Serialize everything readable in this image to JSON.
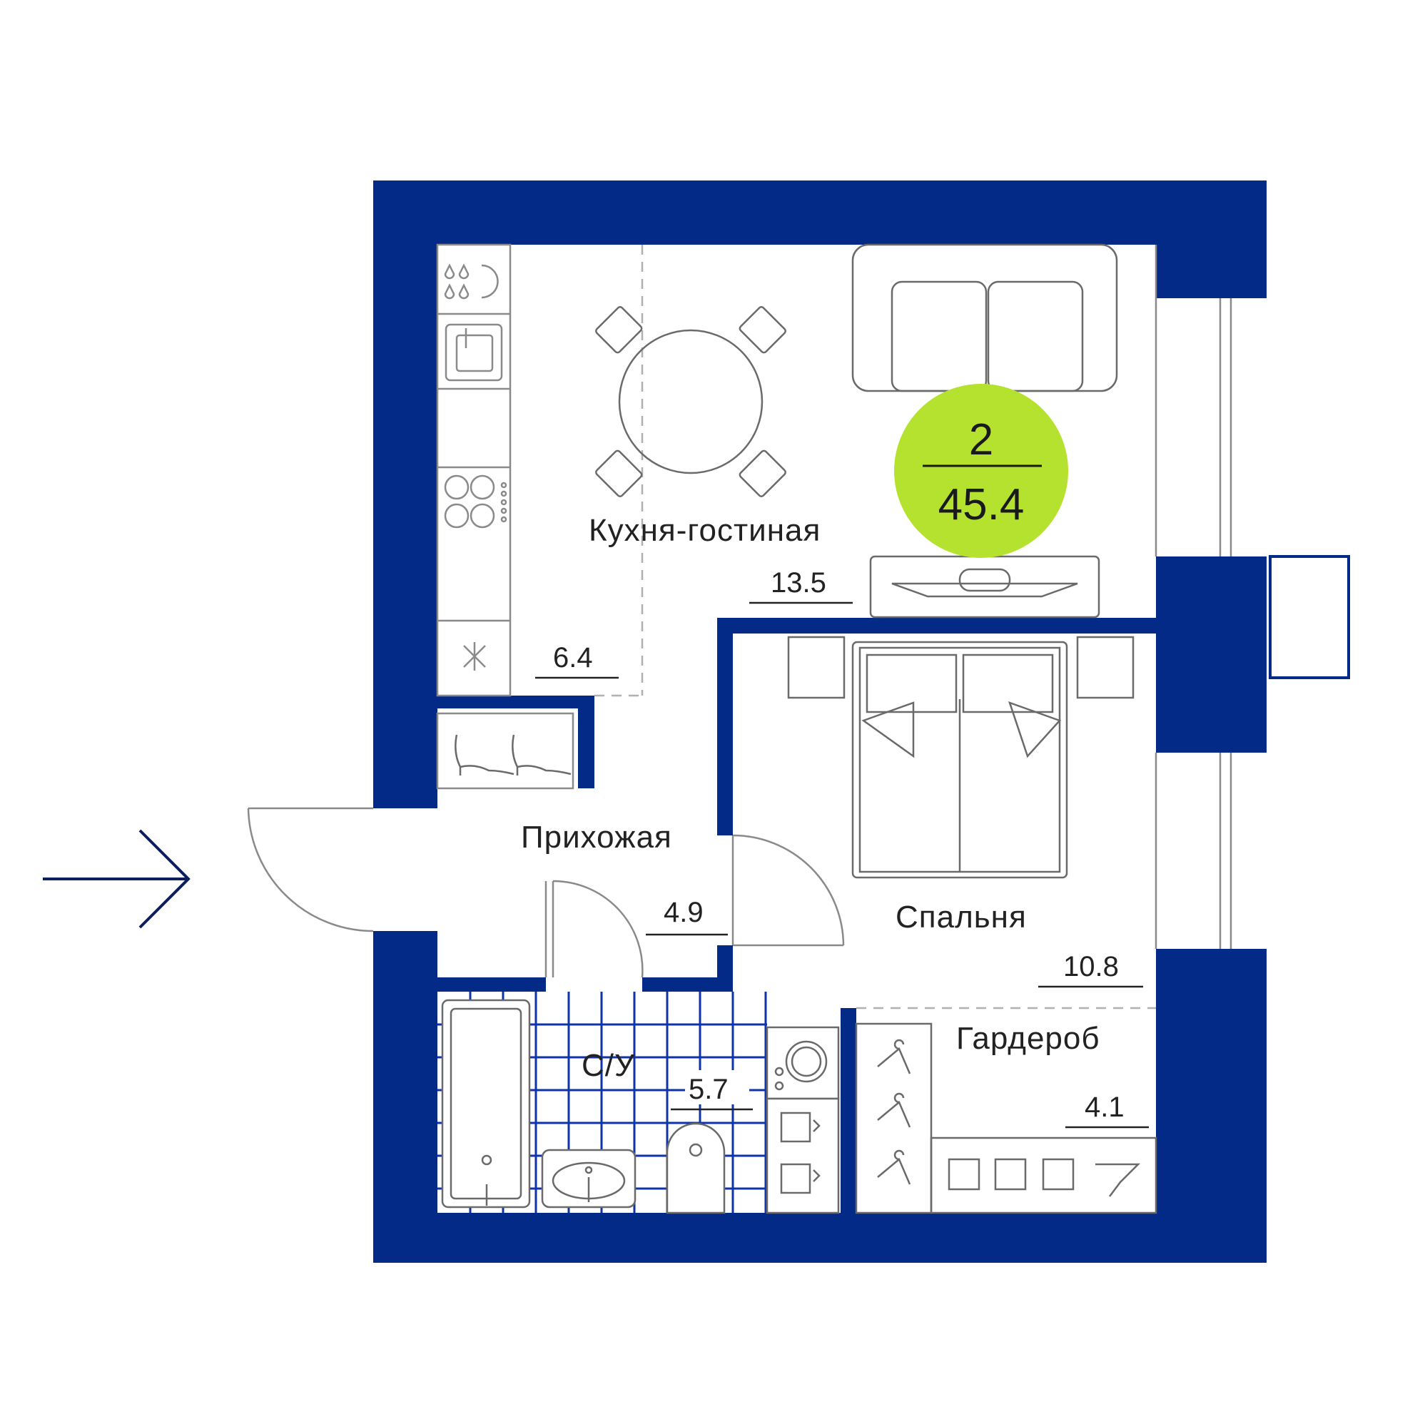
{
  "badge": {
    "rooms": "2",
    "total_area": "45.4",
    "color": "#b5e22e"
  },
  "rooms": {
    "kitchen_living": {
      "label": "Кухня-гостиная",
      "area": "13.5"
    },
    "kitchen": {
      "area": "6.4"
    },
    "hallway": {
      "label": "Прихожая",
      "area": "4.9"
    },
    "bedroom": {
      "label": "Спальня",
      "area": "10.8"
    },
    "bathroom": {
      "label": "С/У",
      "area": "5.7"
    },
    "wardrobe": {
      "label": "Гардероб",
      "area": "4.1"
    }
  },
  "colors": {
    "wall": "#022a86",
    "tile": "#0f33a8",
    "entrance_arrow": "#0b1f5c"
  },
  "icons": [
    "entrance-arrow-icon",
    "dining-table-icon",
    "sofa-icon",
    "tv-icon",
    "bed-icon",
    "sink-icon",
    "stove-icon",
    "fridge-icon",
    "shoe-icon",
    "bathtub-icon",
    "toilet-icon",
    "washing-machine-icon",
    "hanger-icon",
    "door-swing-icon"
  ]
}
